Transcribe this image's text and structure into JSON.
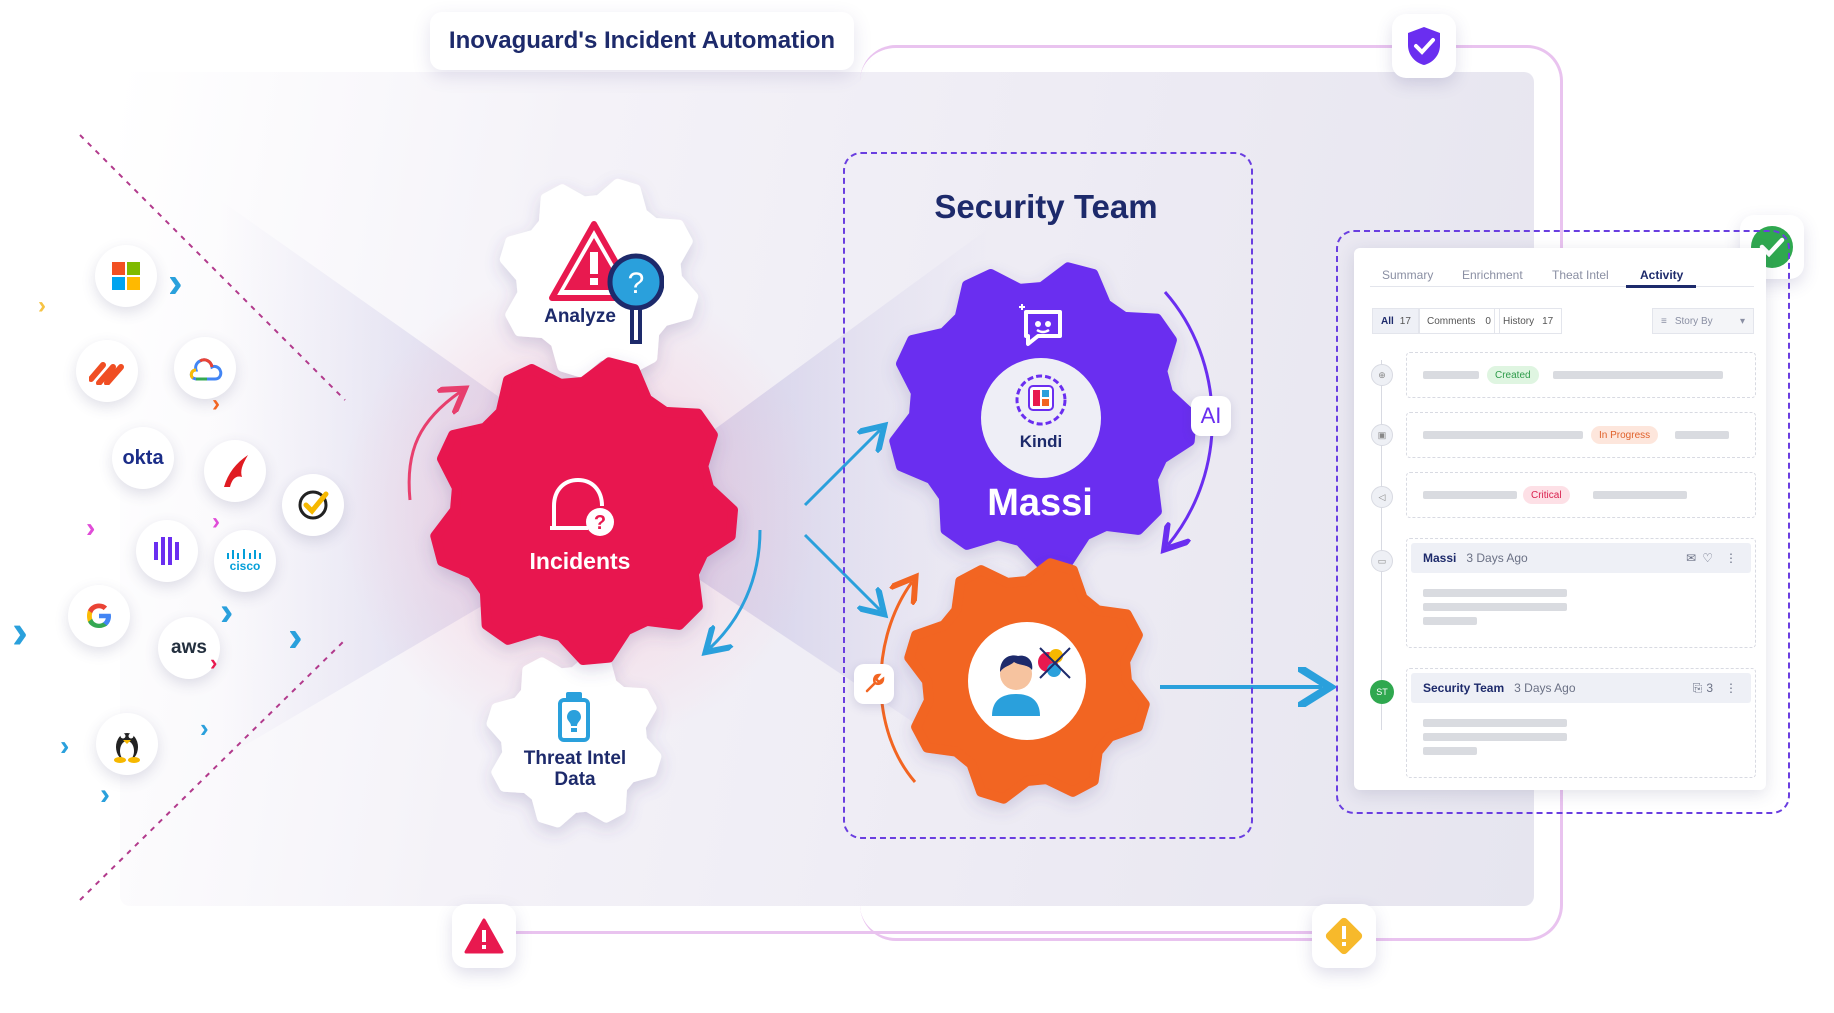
{
  "title": "Inovaguard's Incident Automation",
  "gears": {
    "analyze": "Analyze",
    "incidents": "Incidents",
    "threat_intel": "Threat Intel\nData",
    "threat_intel_line1": "Threat Intel",
    "threat_intel_line2": "Data",
    "kindi": "Kindi",
    "massi": "Massi",
    "ai": "AI"
  },
  "security_team": {
    "title": "Security Team"
  },
  "logos": {
    "okta": "okta",
    "cisco": "cisco",
    "aws": "aws"
  },
  "incident_card": {
    "tabs": [
      "Summary",
      "Enrichment",
      "Theat Intel",
      "Activity"
    ],
    "active_tab": "Activity",
    "filters": {
      "all_label": "All",
      "all_count": "17",
      "comments_label": "Comments",
      "comments_count": "0",
      "history_label": "History",
      "history_count": "17"
    },
    "sort_label": "Story By",
    "status_created": "Created",
    "status_in_progress": "In Progress",
    "status_critical": "Critical",
    "comment1_author": "Massi",
    "comment1_time": "3 Days Ago",
    "comment2_author": "Security Team",
    "comment2_time": "3 Days Ago",
    "comment2_attachments": "3",
    "avatar_initials": "ST"
  },
  "colors": {
    "incidents_gear": "#e8194f",
    "massi_gear": "#6a2ef0",
    "human_gear": "#f26522",
    "accent_blue": "#2aa0dc",
    "title_navy": "#1d2a6b"
  }
}
